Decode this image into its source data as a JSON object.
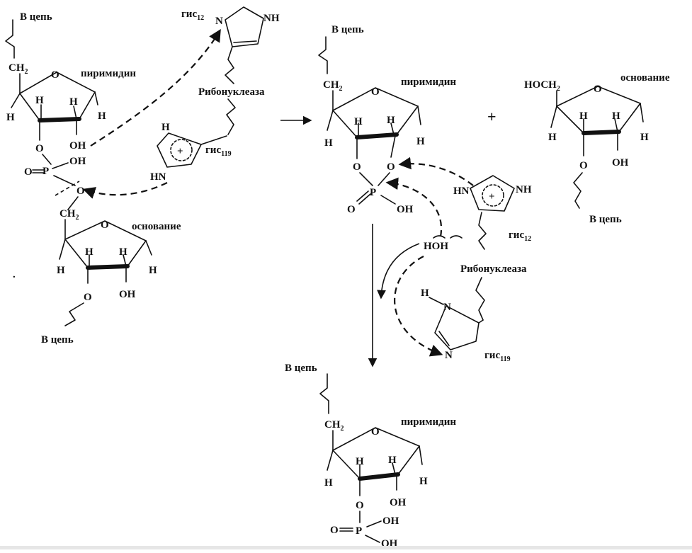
{
  "labels": {
    "v_tsep": "В цепь",
    "ch2": "CH",
    "sub2": "2",
    "hoch": "HOCH",
    "pyrimidine": "пиримидин",
    "base": "основание",
    "ribonuclease": "Рибонуклеаза",
    "his": "гис",
    "his12": "12",
    "his119": "119",
    "plus": "+",
    "dot": "."
  },
  "atoms": {
    "o": "O",
    "h": "H",
    "oh": "OH",
    "p": "P",
    "n": "N",
    "nh": "NH",
    "hn": "HN",
    "hoh": "HOH",
    "charge": "+"
  },
  "colors": {
    "ink": "#111111",
    "background": "#ffffff"
  }
}
